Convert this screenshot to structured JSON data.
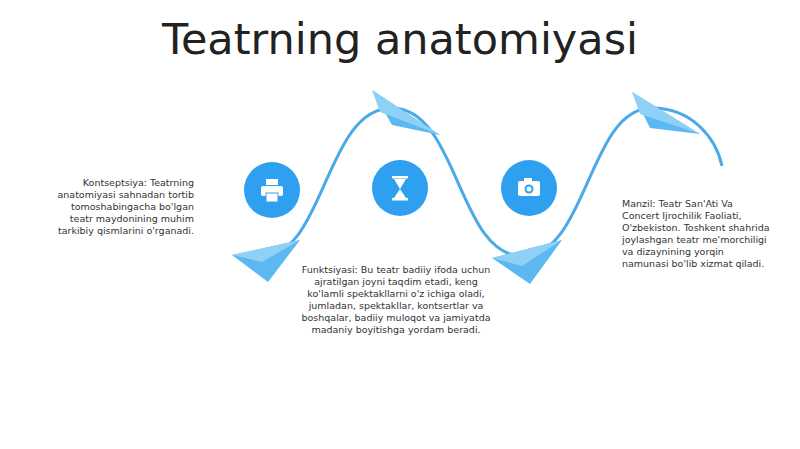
{
  "diagram": {
    "title": "Teatrning anatomiyasi",
    "labels": [
      "Kontseptsiya: Teatrning anatomiyasi sahnadan tortib tomoshabingacha bo'lgan teatr maydonining muhim tarkibiy qismlarini o'rganadi.",
      "Funktsiyasi: Bu teatr badiiy ifoda uchun ajratilgan joyni taqdim etadi, keng ko'lamli spektakllarni o'z ichiga oladi, jumladan, spektakllar, kontsertlar va boshqalar, badiiy muloqot va jamiyatda madaniy boyitishga yordam beradi.",
      "Manzil: Teatr San'Ati Va Concert Ijrochilik Faoliati, O'zbekiston. Toshkent shahrida joylashgan teatr me'morchiligi va dizaynining yorqin namunasi bo'lib xizmat qiladi."
    ]
  }
}
